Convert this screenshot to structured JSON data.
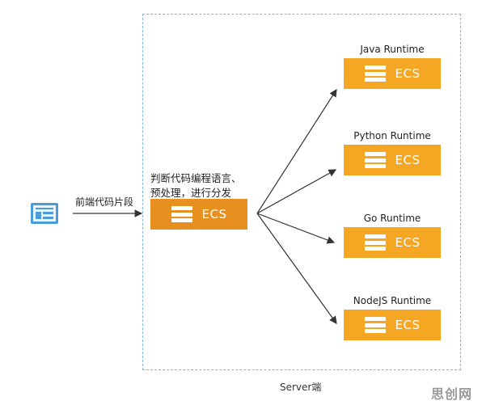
{
  "server": {
    "label": "Server端"
  },
  "client": {
    "input_label": "前端代码片段"
  },
  "dispatcher": {
    "text_line1": "判断代码编程语言、",
    "text_line2": "预处理，进行分发",
    "ecs_label": "ECS",
    "color": "#e8901f"
  },
  "runtimes": [
    {
      "name": "Java Runtime",
      "ecs_label": "ECS"
    },
    {
      "name": "Python Runtime",
      "ecs_label": "ECS"
    },
    {
      "name": "Go Runtime",
      "ecs_label": "ECS"
    },
    {
      "name": "NodeJS Runtime",
      "ecs_label": "ECS"
    }
  ],
  "colors": {
    "ecs": "#f5a623",
    "dashed_border": "#7fb8d6",
    "client_icon": "#4a9bd8",
    "arrow": "#333333"
  },
  "watermark": "思创网"
}
